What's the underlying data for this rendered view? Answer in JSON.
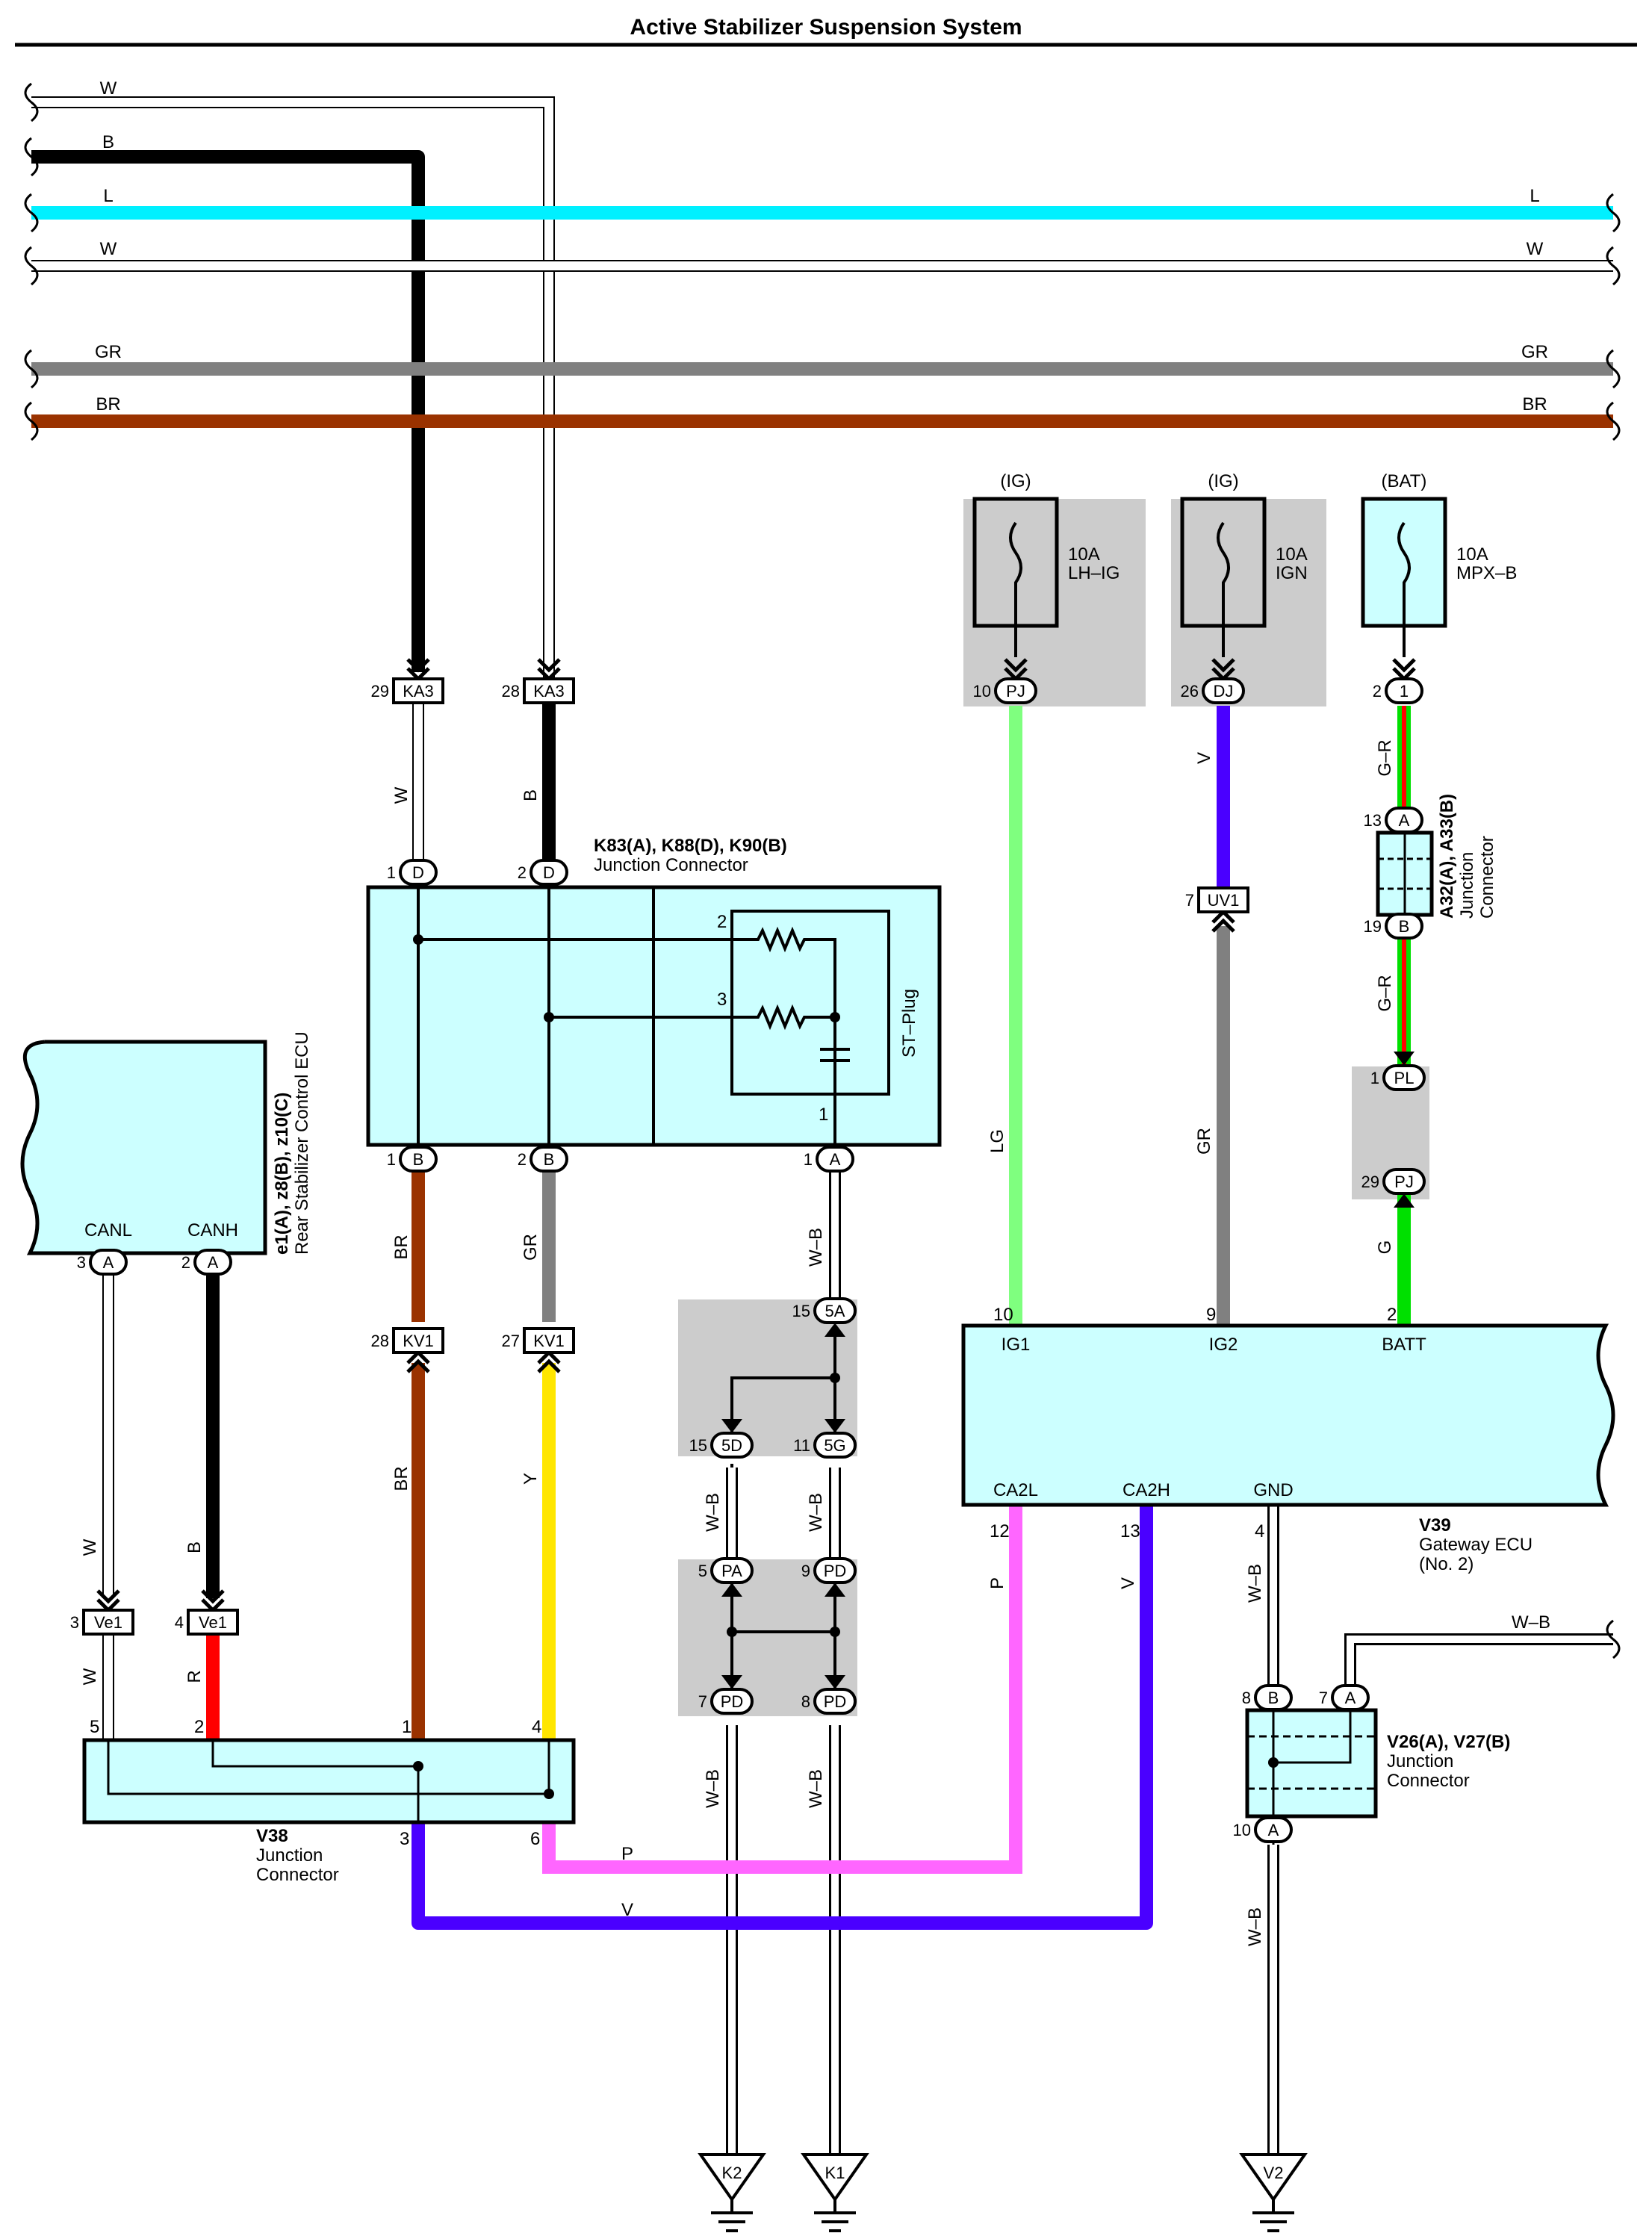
{
  "title": "Active Stabilizer Suspension System",
  "colors": {
    "L": "#00f0ff",
    "GR": "#808080",
    "BR": "#9a3200",
    "B": "#000000",
    "W": "#ffffff",
    "LG": "#7fff7f",
    "V": "#4a00ff",
    "Y": "#ffe600",
    "R": "#ff0000",
    "P": "#ff66ff",
    "G": "#00e000",
    "box": "#ccffff",
    "shade": "#cccccc"
  },
  "buses": {
    "W1": "W",
    "B": "B",
    "L": "L",
    "W2": "W",
    "GR": "GR",
    "BR": "BR"
  },
  "fuses": [
    {
      "src": "(IG)",
      "amp": "10A",
      "name": "LH–IG"
    },
    {
      "src": "(IG)",
      "amp": "10A",
      "name": "IGN"
    },
    {
      "src": "(BAT)",
      "amp": "10A",
      "name": "MPX–B"
    }
  ],
  "wires": {
    "ka3w": "W",
    "ka3b": "B",
    "br1": "BR",
    "gr1": "GR",
    "wb1": "W–B",
    "br2": "BR",
    "y": "Y",
    "lg": "LG",
    "v1": "V",
    "gr2": "GR",
    "gr_a": "G–R",
    "gr_b": "G–R",
    "g": "G",
    "canl_w": "W",
    "canh_b": "B",
    "canl_w2": "W",
    "canh_r": "R",
    "wb_5d": "W–B",
    "wb_5g": "W–B",
    "wb_k2": "W–B",
    "wb_k1": "W–B",
    "p": "P",
    "v2": "V",
    "wb_gnd": "W–B",
    "wb_ext": "W–B",
    "wb_v2": "W–B",
    "p_h": "P",
    "v_h": "V"
  },
  "connectors": {
    "ka3_a": {
      "pin": "29",
      "code": "KA3"
    },
    "ka3_b": {
      "pin": "28",
      "code": "KA3"
    },
    "d1": {
      "pin": "1",
      "code": "D"
    },
    "d2": {
      "pin": "2",
      "code": "D"
    },
    "b1": {
      "pin": "1",
      "code": "B"
    },
    "b2": {
      "pin": "2",
      "code": "B"
    },
    "a1": {
      "pin": "1",
      "code": "A"
    },
    "kv1_a": {
      "pin": "28",
      "code": "KV1"
    },
    "kv1_b": {
      "pin": "27",
      "code": "KV1"
    },
    "pj": {
      "pin": "10",
      "code": "PJ"
    },
    "dj": {
      "pin": "26",
      "code": "DJ"
    },
    "c1": {
      "pin": "2",
      "code": "1"
    },
    "a13": {
      "pin": "13",
      "code": "A"
    },
    "b19": {
      "pin": "19",
      "code": "B"
    },
    "uv1": {
      "pin": "7",
      "code": "UV1"
    },
    "pl": {
      "pin": "1",
      "code": "PL"
    },
    "pj29": {
      "pin": "29",
      "code": "PJ"
    },
    "s5a": {
      "pin": "15",
      "code": "5A"
    },
    "s5d": {
      "pin": "15",
      "code": "5D"
    },
    "s5g": {
      "pin": "11",
      "code": "5G"
    },
    "pa": {
      "pin": "5",
      "code": "PA"
    },
    "pd9": {
      "pin": "9",
      "code": "PD"
    },
    "pd7": {
      "pin": "7",
      "code": "PD"
    },
    "pd8": {
      "pin": "8",
      "code": "PD"
    },
    "canl": {
      "pin": "3",
      "code": "A"
    },
    "canh": {
      "pin": "2",
      "code": "A"
    },
    "ve1_a": {
      "pin": "3",
      "code": "Ve1"
    },
    "ve1_b": {
      "pin": "4",
      "code": "Ve1"
    },
    "v26_b": {
      "pin": "8",
      "code": "B"
    },
    "v26_a": {
      "pin": "7",
      "code": "A"
    },
    "v26_a10": {
      "pin": "10",
      "code": "A"
    }
  },
  "junction_k83": {
    "ids": "K83(A), K88(D), K90(B)",
    "name": "Junction Connector",
    "plug": "ST–Plug",
    "pin2": "2",
    "pin3": "3",
    "pin1": "1"
  },
  "junction_a32": {
    "ids": "A32(A), A33(B)",
    "name1": "Junction",
    "name2": "Connector"
  },
  "rear_ecu": {
    "ids": "e1(A), z8(B), z10(C)",
    "name": "Rear Stabilizer Control ECU",
    "canl": "CANL",
    "canh": "CANH"
  },
  "v38": {
    "id": "V38",
    "name1": "Junction",
    "name2": "Connector",
    "p5": "5",
    "p2": "2",
    "p1": "1",
    "p4": "4",
    "p3": "3",
    "p6": "6"
  },
  "gateway": {
    "id": "V39",
    "name": "Gateway ECU",
    "sub": "(No. 2)",
    "ig1": "IG1",
    "ig2": "IG2",
    "batt": "BATT",
    "ca2l": "CA2L",
    "ca2h": "CA2H",
    "gnd": "GND",
    "p10": "10",
    "p9": "9",
    "p2": "2",
    "p12": "12",
    "p13": "13",
    "p4": "4"
  },
  "v26": {
    "ids": "V26(A), V27(B)",
    "name1": "Junction",
    "name2": "Connector"
  },
  "grounds": [
    "K2",
    "K1",
    "V2"
  ]
}
